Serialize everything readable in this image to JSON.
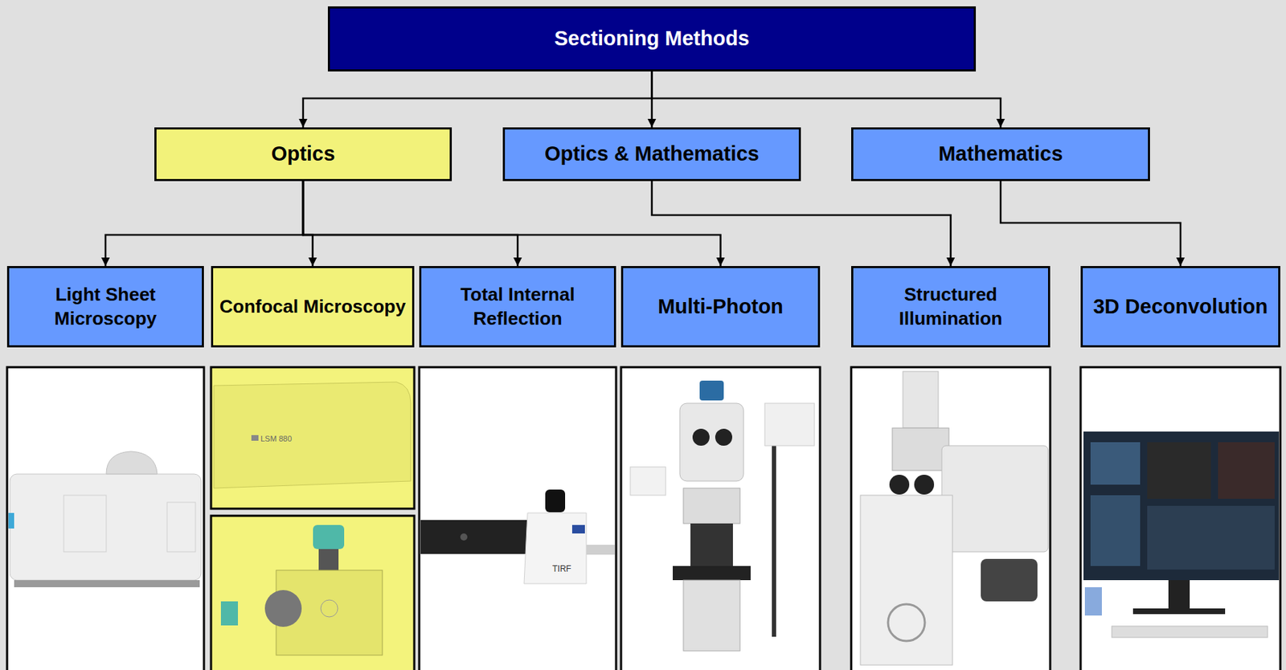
{
  "diagram": {
    "nodes": [
      {
        "text": [
          "Sectioning Methods"
        ]
      },
      {
        "text": [
          "Optics"
        ]
      },
      {
        "text": [
          "Optics & Mathematics"
        ]
      },
      {
        "text": [
          "Mathematics"
        ]
      },
      {
        "text": [
          "Light Sheet Microscopy"
        ]
      },
      {
        "text": [
          "Confocal Microscopy"
        ]
      },
      {
        "text": [
          "Total Internal Reflection"
        ]
      },
      {
        "text": [
          "Multi-Photon"
        ]
      },
      {
        "text": [
          "Structured Illumination"
        ]
      },
      {
        "text": [
          "3D Deconvolution"
        ]
      }
    ],
    "edges": [
      {
        "from": 0,
        "to": 1,
        "arrow": "to"
      },
      {
        "from": 0,
        "to": 2,
        "arrow": "to"
      },
      {
        "from": 0,
        "to": 3,
        "arrow": "to"
      },
      {
        "from": 1,
        "to": 4,
        "arrow": "to"
      },
      {
        "from": 1,
        "to": 5,
        "arrow": "to"
      },
      {
        "from": 1,
        "to": 6,
        "arrow": "to"
      },
      {
        "from": 1,
        "to": 7,
        "arrow": "to"
      },
      {
        "from": 2,
        "to": 8,
        "arrow": "to"
      },
      {
        "from": 3,
        "to": 9,
        "arrow": "to"
      }
    ],
    "labels": [
      "LSM 880",
      "TIRF"
    ]
  }
}
